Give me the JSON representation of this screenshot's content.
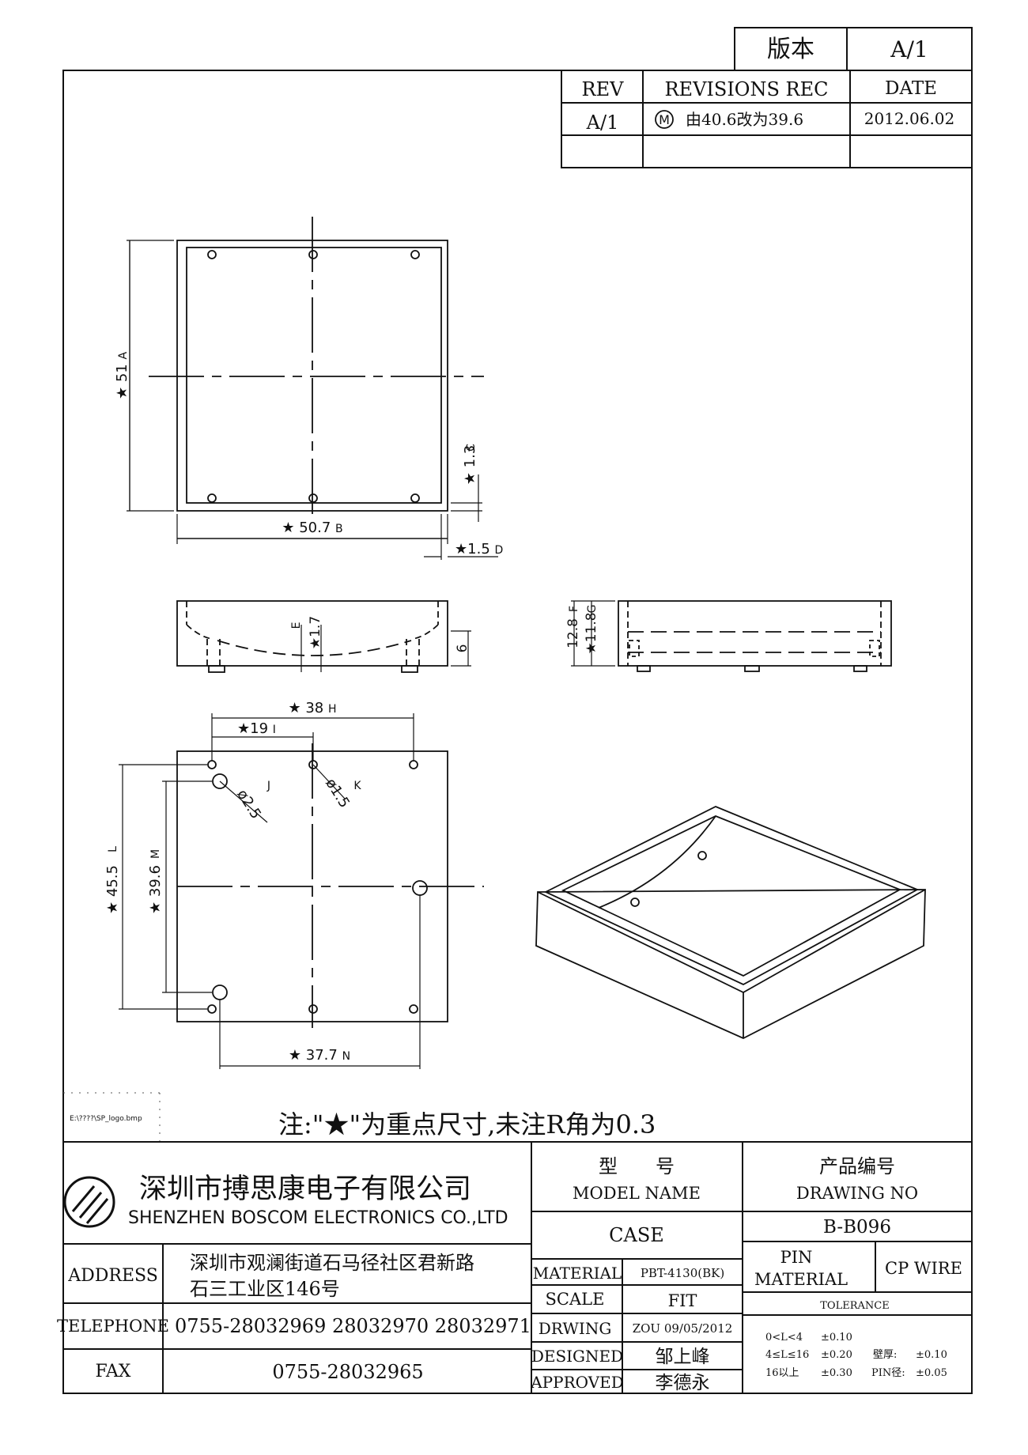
{
  "version": {
    "label": "版本",
    "value": "A/1"
  },
  "revisions": {
    "headers": {
      "rev": "REV",
      "rec": "REVISIONS REC",
      "date": "DATE"
    },
    "rows": [
      {
        "rev": "A/1",
        "mark": "M",
        "rec": "由40.6改为39.6",
        "date": "2012.06.02"
      }
    ]
  },
  "top_view": {
    "dims": [
      {
        "star": "★",
        "value": "51",
        "mark": "A"
      },
      {
        "star": "★",
        "value": "50.7",
        "mark": "B"
      },
      {
        "star": "★",
        "value": "1.3",
        "mark": "C"
      },
      {
        "star": "★",
        "value": "1.5",
        "mark": "D"
      }
    ]
  },
  "front_view": {
    "dims": [
      {
        "star": "★",
        "value": "1.7",
        "mark": "E"
      },
      {
        "star": "",
        "value": "6",
        "mark": ""
      }
    ]
  },
  "side_view": {
    "dims": [
      {
        "star": "",
        "value": "12.8",
        "mark": "F"
      },
      {
        "star": "★",
        "value": "11.8",
        "mark": "G"
      }
    ]
  },
  "bottom_view": {
    "dims": [
      {
        "star": "★",
        "value": "38",
        "mark": "H"
      },
      {
        "star": "★",
        "value": "19",
        "mark": "I"
      },
      {
        "star": "",
        "value": "ø2.5",
        "mark": "J"
      },
      {
        "star": "",
        "value": "ø1.5",
        "mark": "K"
      },
      {
        "star": "★",
        "value": "45.5",
        "mark": "L"
      },
      {
        "star": "★",
        "value": "39.6",
        "mark": "M"
      },
      {
        "star": "★",
        "value": "37.7",
        "mark": "N"
      }
    ]
  },
  "logo_path": "E:\\????\\SP_logo.bmp",
  "note": "注:\"★\"为重点尺寸,未注R角为0.3",
  "company": {
    "name_cn": "深圳市搏思康电子有限公司",
    "name_en": "SHENZHEN BOSCOM ELECTRONICS CO.,LTD",
    "address_label": "ADDRESS",
    "address_line1": "深圳市观澜街道石马径社区君新路",
    "address_line2": "石三工业区146号",
    "telephone_label": "TELEPHONE",
    "telephone": "0755-28032969 28032970 28032971",
    "fax_label": "FAX",
    "fax": "0755-28032965"
  },
  "title_block": {
    "model_cn": "型　　号",
    "model_en": "MODEL NAME",
    "model_value": "CASE",
    "drawing_cn": "产品编号",
    "drawing_en": "DRAWING NO",
    "drawing_value": "B-B096",
    "material_label": "MATERIAL",
    "material_value": "PBT-4130(BK)",
    "scale_label": "SCALE",
    "scale_value": "FIT",
    "drwing_label": "DRWING",
    "drwing_value": "ZOU 09/05/2012",
    "designed_label": "DESIGNED",
    "designed_value": "邹上峰",
    "approved_label": "APPROVED",
    "approved_value": "李德永",
    "pin_label_1": "PIN",
    "pin_label_2": "MATERIAL",
    "pin_value": "CP WIRE",
    "tolerance_label": "TOLERANCE",
    "tolerance_rows": [
      {
        "range": "0<L<4",
        "tol": "±0.10",
        "extra_label": "",
        "extra_tol": ""
      },
      {
        "range": "4≤L≤16",
        "tol": "±0.20",
        "extra_label": "壁厚:",
        "extra_tol": "±0.10"
      },
      {
        "range": "16以上",
        "tol": "±0.30",
        "extra_label": "PIN径:",
        "extra_tol": "±0.05"
      }
    ]
  }
}
